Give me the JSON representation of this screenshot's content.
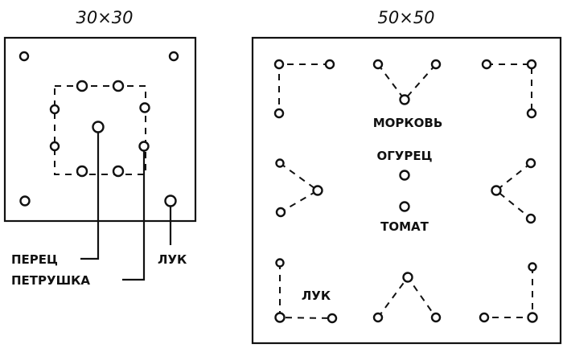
{
  "left_plan": {
    "title": "30×30",
    "labels": {
      "pepper": "ПЕРЕЦ",
      "parsley": "ПЕТРУШКА",
      "onion": "ЛУК"
    }
  },
  "right_plan": {
    "title": "50×50",
    "labels": {
      "carrot": "МОРКОВЬ",
      "cucumber": "ОГУРЕЦ",
      "tomato": "ТОМАТ",
      "onion": "ЛУК"
    }
  }
}
